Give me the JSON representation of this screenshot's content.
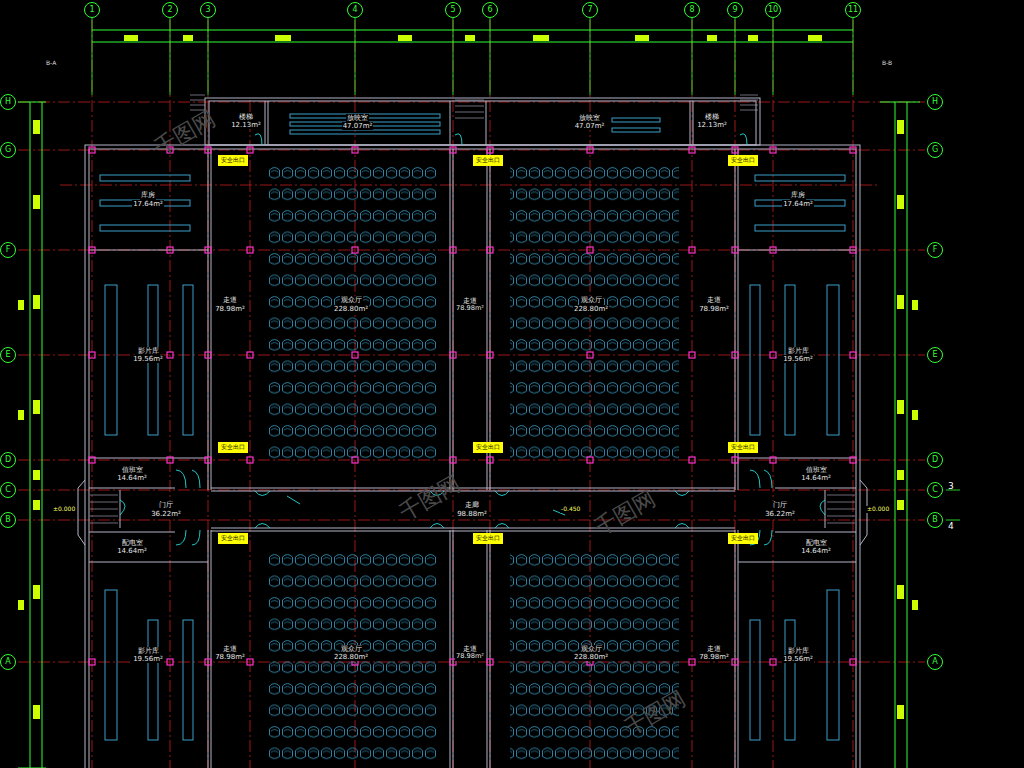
{
  "diagram": {
    "nodes": [
      {
        "text": [
          "1"
        ]
      },
      {
        "text": [
          "2"
        ]
      },
      {
        "text": [
          "3"
        ]
      },
      {
        "text": [
          "4"
        ]
      },
      {
        "text": [
          "5"
        ]
      },
      {
        "text": [
          "6"
        ]
      },
      {
        "text": [
          "7"
        ]
      },
      {
        "text": [
          "8"
        ]
      },
      {
        "text": [
          "9"
        ]
      },
      {
        "text": [
          "10"
        ]
      },
      {
        "text": [
          "11"
        ]
      },
      {
        "text": [
          "H"
        ]
      },
      {
        "text": [
          "G"
        ]
      },
      {
        "text": [
          "F"
        ]
      },
      {
        "text": [
          "E"
        ]
      },
      {
        "text": [
          "D"
        ]
      },
      {
        "text": [
          "C"
        ]
      },
      {
        "text": [
          "B"
        ]
      },
      {
        "text": [
          "A"
        ]
      },
      {
        "text": [
          "H"
        ]
      },
      {
        "text": [
          "G"
        ]
      },
      {
        "text": [
          "F"
        ]
      },
      {
        "text": [
          "E"
        ]
      },
      {
        "text": [
          "D"
        ]
      },
      {
        "text": [
          "C"
        ]
      },
      {
        "text": [
          "B"
        ]
      },
      {
        "text": [
          "A"
        ]
      },
      {
        "text": [
          "楼梯",
          "12.13m²"
        ]
      },
      {
        "text": [
          "放映室",
          "47.07m²"
        ]
      },
      {
        "text": [
          "放映室",
          "47.07m²"
        ]
      },
      {
        "text": [
          "楼梯",
          "12.13m²"
        ]
      },
      {
        "text": [
          "库房",
          "17.64m²"
        ]
      },
      {
        "text": [
          "库房",
          "17.64m²"
        ]
      },
      {
        "text": [
          "影片库",
          "19.56m²"
        ]
      },
      {
        "text": [
          "走道",
          "78.98m²"
        ]
      },
      {
        "text": [
          "观众厅",
          "228.80m²"
        ]
      },
      {
        "text": [
          "走道",
          "78.98m²"
        ]
      },
      {
        "text": [
          "观众厅",
          "228.80m²"
        ]
      },
      {
        "text": [
          "走道",
          "78.98m²"
        ]
      },
      {
        "text": [
          "影片库",
          "19.56m²"
        ]
      },
      {
        "text": [
          "值班室",
          "14.64m²"
        ]
      },
      {
        "text": [
          "值班室",
          "14.64m²"
        ]
      },
      {
        "text": [
          "门厅",
          "36.22m²"
        ]
      },
      {
        "text": [
          "走廊",
          "98.88m²"
        ]
      },
      {
        "text": [
          "门厅",
          "36.22m²"
        ]
      },
      {
        "text": [
          "配电室",
          "14.64m²"
        ]
      },
      {
        "text": [
          "配电室",
          "14.64m²"
        ]
      },
      {
        "text": [
          "影片库",
          "19.56m²"
        ]
      },
      {
        "text": [
          "走道",
          "78.98m²"
        ]
      },
      {
        "text": [
          "观众厅",
          "228.80m²"
        ]
      },
      {
        "text": [
          "走道",
          "78.98m²"
        ]
      },
      {
        "text": [
          "观众厅",
          "228.80m²"
        ]
      },
      {
        "text": [
          "走道",
          "78.98m²"
        ]
      },
      {
        "text": [
          "影片库",
          "19.56m²"
        ]
      }
    ],
    "labels": [
      "安全出口",
      "安全出口",
      "安全出口",
      "安全出口",
      "安全出口",
      "安全出口",
      "安全出口",
      "安全出口",
      "安全出口",
      "±0.000",
      "±0.000",
      "-0.450",
      "3",
      "4",
      "B-A",
      "B-B",
      "千图网",
      "千图网",
      "千图网",
      "千图网"
    ]
  }
}
